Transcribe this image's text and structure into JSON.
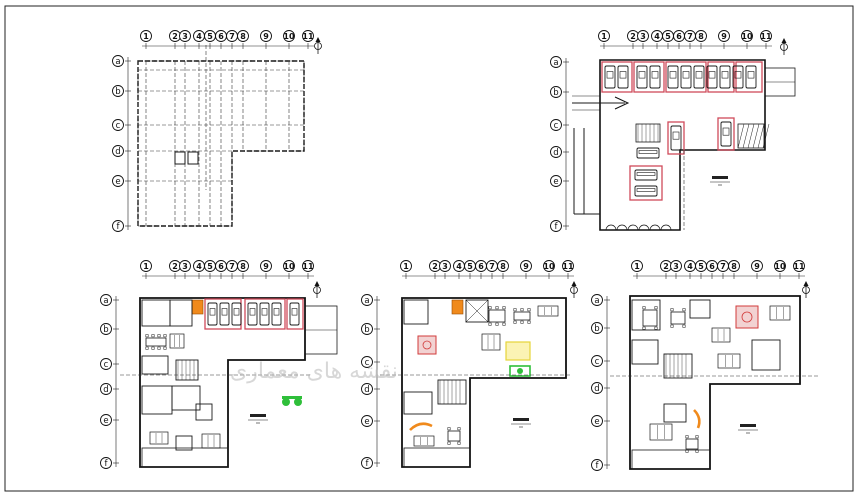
{
  "drawing": {
    "col_labels": [
      "1",
      "2",
      "3",
      "4",
      "5",
      "6",
      "7",
      "8",
      "9",
      "10",
      "11"
    ],
    "row_labels": [
      "a",
      "b",
      "c",
      "d",
      "e",
      "f"
    ],
    "watermark_text": "نقشه های معماری",
    "colors": {
      "line": "#1a1a1a",
      "parking_outline": "#d04a5a",
      "stair_orange": "#f08a1c",
      "plant_green": "#2fbf3a",
      "ramp_cyan": "#2fbfd0",
      "furniture_yellow": "#e6d43a",
      "rug_red": "#d23b3b"
    },
    "plans": [
      {
        "id": "plan-foundation",
        "type": "foundation-grid"
      },
      {
        "id": "plan-parking",
        "type": "parking"
      },
      {
        "id": "plan-ground",
        "type": "ground-floor"
      },
      {
        "id": "plan-first",
        "type": "first-floor"
      },
      {
        "id": "plan-second",
        "type": "second-floor"
      }
    ]
  }
}
